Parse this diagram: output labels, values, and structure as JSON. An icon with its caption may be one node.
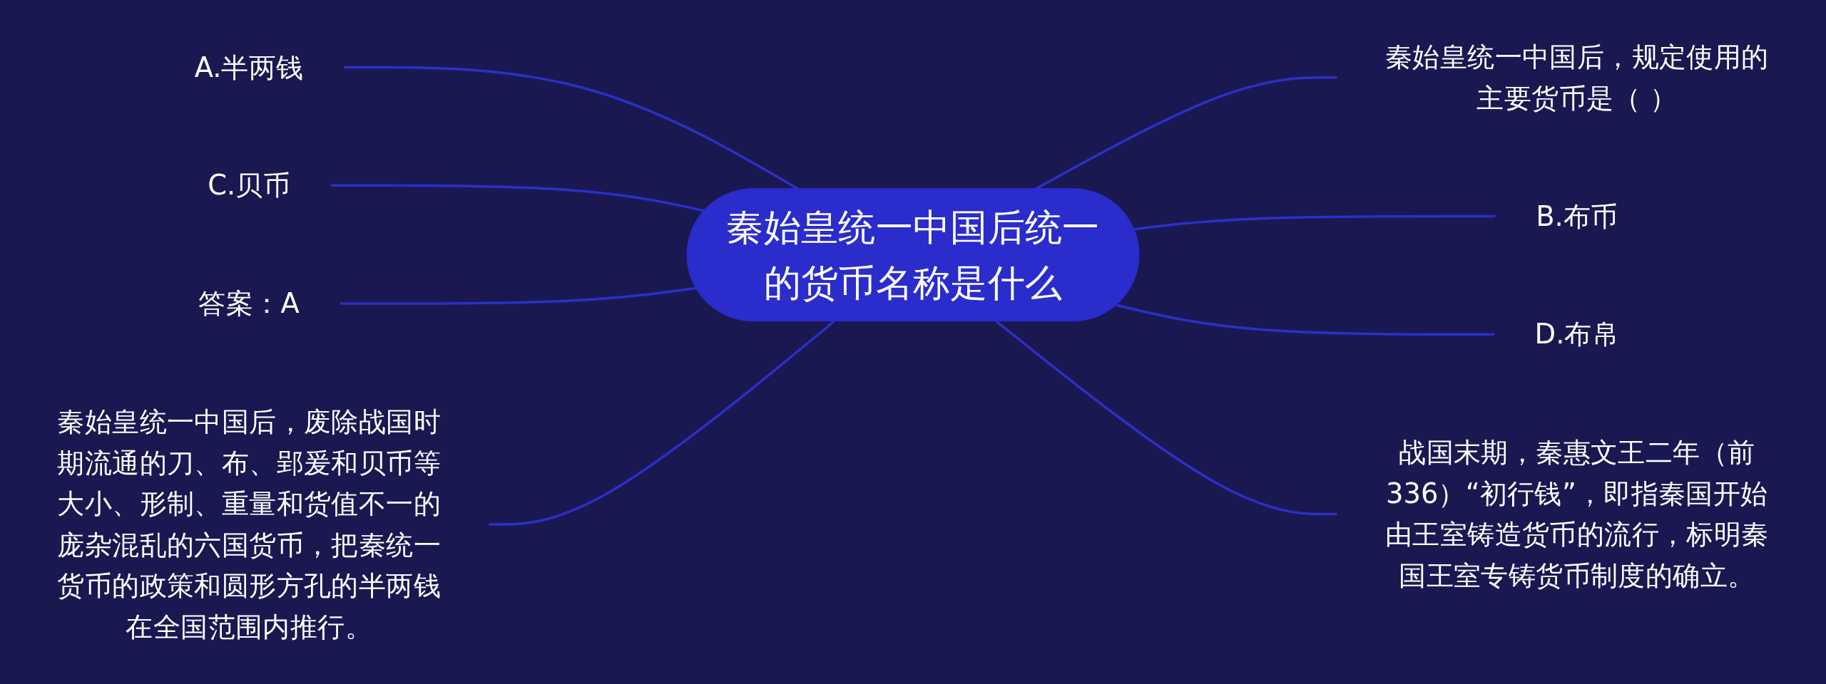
{
  "diagram": {
    "nodes": [
      {
        "text": [
          "秦始皇统一中国后统一的货币名称是什么"
        ]
      },
      {
        "text": [
          "A.半两钱"
        ]
      },
      {
        "text": [
          "C.贝币"
        ]
      },
      {
        "text": [
          "答案：A"
        ]
      },
      {
        "text": [
          "秦始皇统一中国后，废除战国时期流通的刀、布、郢爰和贝币等大小、形制、重量和货值不一的庞杂混乱的六国货币，把秦统一货币的政策和圆形方孔的半两钱在全国范围内推行。"
        ]
      },
      {
        "text": [
          "秦始皇统一中国后，规定使用的主要货币是（ ）"
        ]
      },
      {
        "text": [
          "B.布币"
        ]
      },
      {
        "text": [
          "D.布帛"
        ]
      },
      {
        "text": [
          "战国末期，秦惠文王二年（前336）“初行钱”，即指秦国开始由王室铸造货币的流行，标明秦国王室专铸货币制度的确立。"
        ]
      }
    ],
    "edges": [
      {
        "from": 1,
        "to": 0,
        "arrow": "none"
      },
      {
        "from": 2,
        "to": 0,
        "arrow": "none"
      },
      {
        "from": 3,
        "to": 0,
        "arrow": "none"
      },
      {
        "from": 4,
        "to": 0,
        "arrow": "none"
      },
      {
        "from": 0,
        "to": 5,
        "arrow": "none"
      },
      {
        "from": 0,
        "to": 6,
        "arrow": "none"
      },
      {
        "from": 0,
        "to": 7,
        "arrow": "none"
      },
      {
        "from": 0,
        "to": 8,
        "arrow": "none"
      }
    ]
  }
}
